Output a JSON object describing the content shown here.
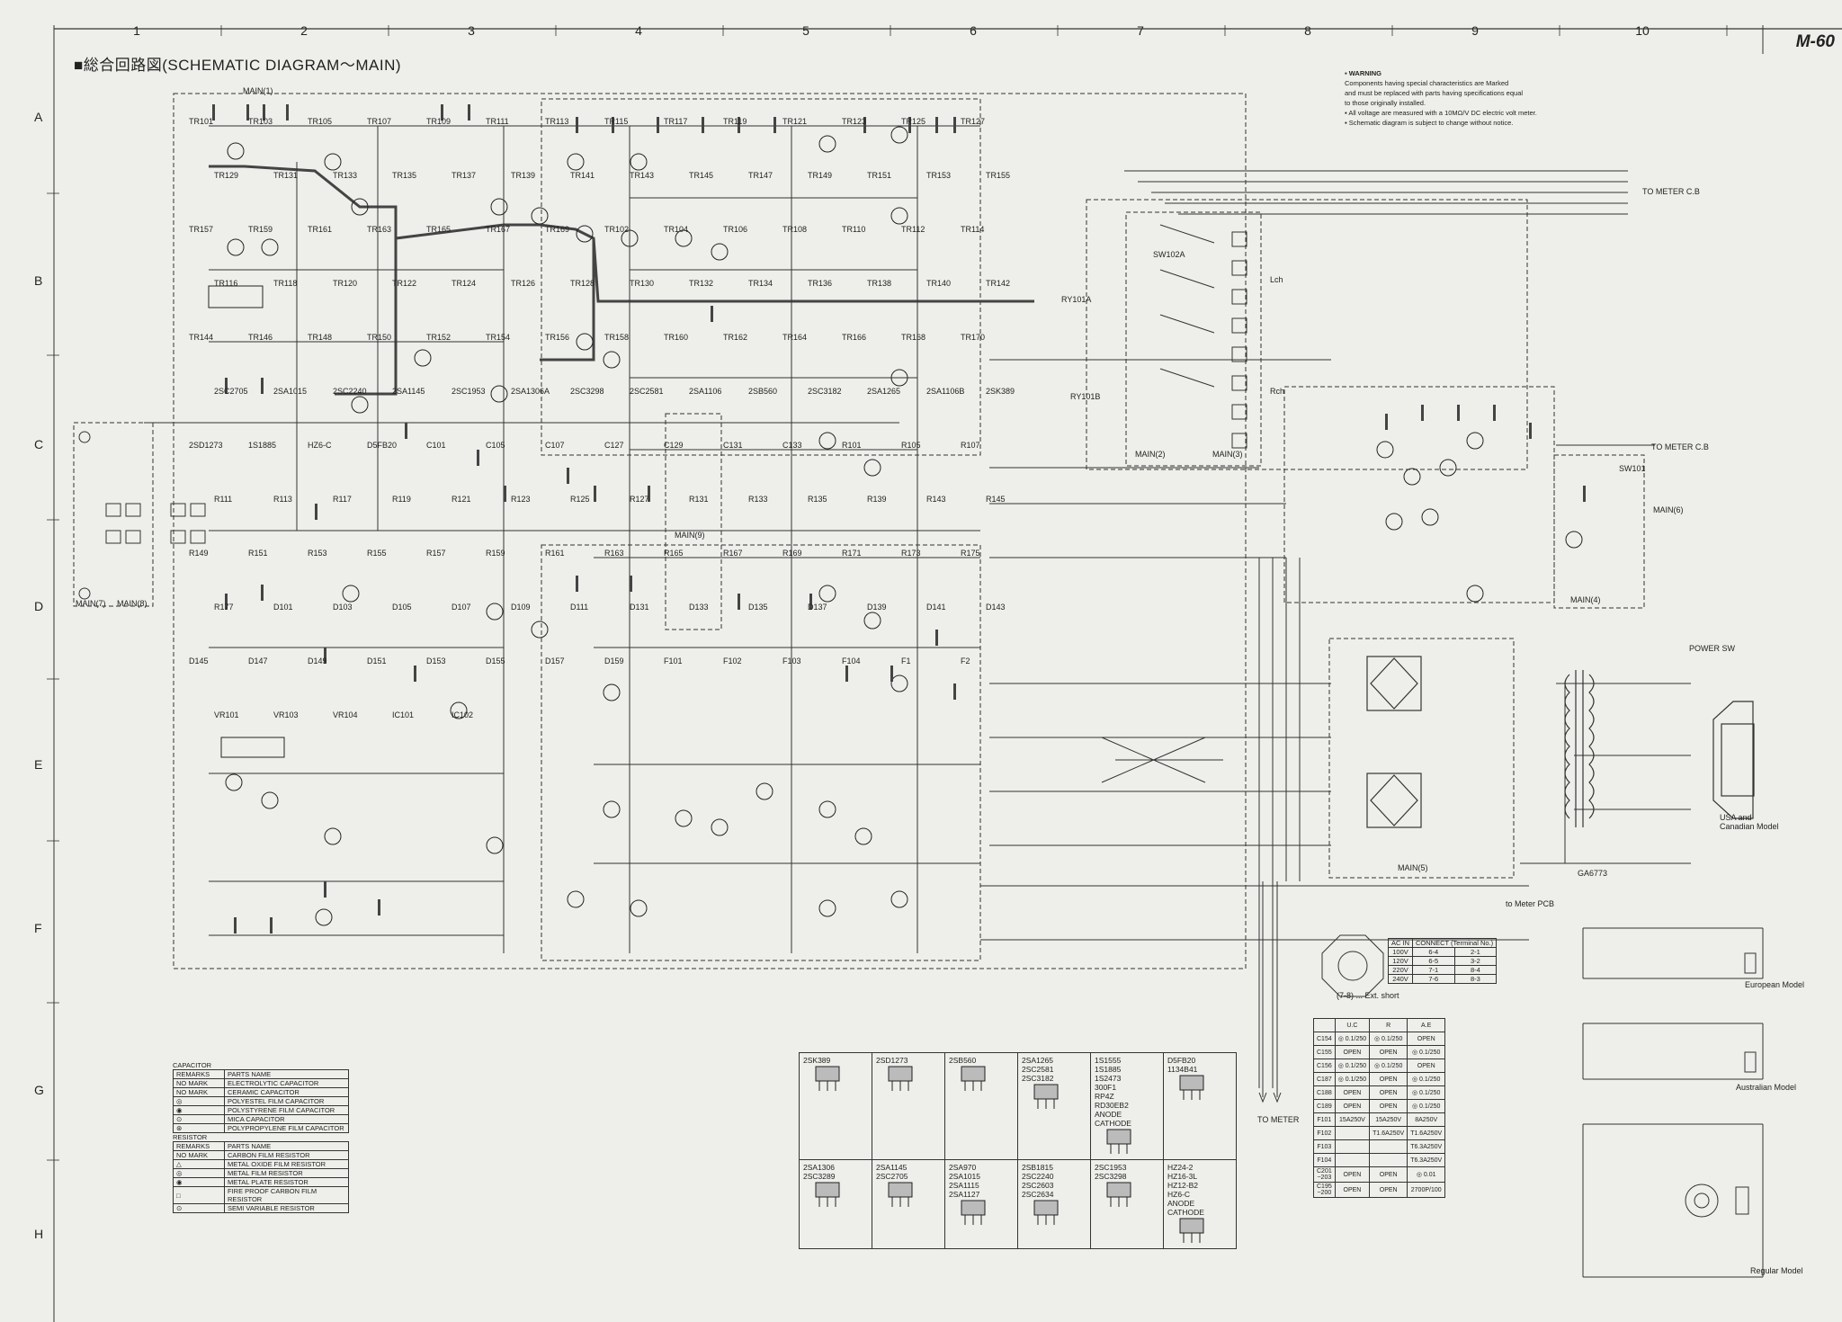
{
  "header": {
    "columns": [
      "1",
      "2",
      "3",
      "4",
      "5",
      "6",
      "7",
      "8",
      "9",
      "10"
    ],
    "rows": [
      "A",
      "B",
      "C",
      "D",
      "E",
      "F",
      "G",
      "H"
    ],
    "model": "M-60",
    "title": "■総合回路図(SCHEMATIC DIAGRAM～MAIN)"
  },
  "notes": {
    "warning_title": "WARNING",
    "warning_1": "Components having special characteristics are Marked",
    "warning_2": "and must be replaced with parts having specifications equal",
    "warning_3": "to those originally installed.",
    "note_1": "All voltage are measured with a 10MΩ/V DC electric volt meter.",
    "note_2": "Schematic diagram is subject to change without notice."
  },
  "blocks": {
    "main1": "MAIN(1)",
    "main2": "MAIN(2)",
    "main3": "MAIN(3)",
    "main4": "MAIN(4)",
    "main5": "MAIN(5)",
    "main6": "MAIN(6)",
    "main7": "MAIN(7)",
    "main8": "MAIN(8)",
    "main9": "MAIN(9)",
    "to_meter_cb": "TO METER C.B",
    "to_meter_cb2": "TO METER C.B",
    "to_meter_pcb": "to Meter PCB",
    "to_meter": "TO METER",
    "power_sw": "POWER SW",
    "usa_model": "USA and Canadian Model",
    "european_model": "European Model",
    "australian_model": "Australian Model",
    "regular_model": "Regular Model",
    "ga6773": "GA6773",
    "lch": "Lch",
    "rch": "Rch",
    "ry101": "RY101A",
    "ry101b": "RY101B",
    "sw102": "SW102A",
    "sw101": "SW101",
    "ext_short": "(7-8) ... Ext. short"
  },
  "components": [
    "TR101",
    "TR103",
    "TR105",
    "TR107",
    "TR109",
    "TR111",
    "TR113",
    "TR115",
    "TR117",
    "TR119",
    "TR121",
    "TR123",
    "TR125",
    "TR127",
    "TR129",
    "TR131",
    "TR133",
    "TR135",
    "TR137",
    "TR139",
    "TR141",
    "TR143",
    "TR145",
    "TR147",
    "TR149",
    "TR151",
    "TR153",
    "TR155",
    "TR157",
    "TR159",
    "TR161",
    "TR163",
    "TR165",
    "TR167",
    "TR169",
    "TR102",
    "TR104",
    "TR106",
    "TR108",
    "TR110",
    "TR112",
    "TR114",
    "TR116",
    "TR118",
    "TR120",
    "TR122",
    "TR124",
    "TR126",
    "TR128",
    "TR130",
    "TR132",
    "TR134",
    "TR136",
    "TR138",
    "TR140",
    "TR142",
    "TR144",
    "TR146",
    "TR148",
    "TR150",
    "TR152",
    "TR154",
    "TR156",
    "TR158",
    "TR160",
    "TR162",
    "TR164",
    "TR166",
    "TR168",
    "TR170",
    "2SC2705",
    "2SA1015",
    "2SC2240",
    "2SA1145",
    "2SC1953",
    "2SA1306A",
    "2SC3298",
    "2SC2581",
    "2SA1106",
    "2SB560",
    "2SC3182",
    "2SA1265",
    "2SA1106B",
    "2SK389",
    "2SD1273",
    "1S1885",
    "HZ6-C",
    "D5FB20",
    "C101",
    "C105",
    "C107",
    "C127",
    "C129",
    "C131",
    "C133",
    "R101",
    "R105",
    "R107",
    "R111",
    "R113",
    "R117",
    "R119",
    "R121",
    "R123",
    "R125",
    "R127",
    "R131",
    "R133",
    "R135",
    "R139",
    "R143",
    "R145",
    "R149",
    "R151",
    "R153",
    "R155",
    "R157",
    "R159",
    "R161",
    "R163",
    "R165",
    "R167",
    "R169",
    "R171",
    "R173",
    "R175",
    "R177",
    "D101",
    "D103",
    "D105",
    "D107",
    "D109",
    "D111",
    "D131",
    "D133",
    "D135",
    "D137",
    "D139",
    "D141",
    "D143",
    "D145",
    "D147",
    "D149",
    "D151",
    "D153",
    "D155",
    "D157",
    "D159",
    "F101",
    "F102",
    "F103",
    "F104",
    "F1",
    "F2",
    "VR101",
    "VR103",
    "VR104",
    "IC101",
    "IC102"
  ],
  "capacitor_legend": {
    "title": "CAPACITOR",
    "header": [
      "REMARKS",
      "PARTS NAME"
    ],
    "rows": [
      [
        "NO MARK",
        "ELECTROLYTIC CAPACITOR"
      ],
      [
        "NO MARK",
        "CERAMIC CAPACITOR"
      ],
      [
        "◎",
        "POLYESTEL FILM CAPACITOR"
      ],
      [
        "◉",
        "POLYSTYRENE FILM CAPACITOR"
      ],
      [
        "⊙",
        "MICA CAPACITOR"
      ],
      [
        "⊛",
        "POLYPROPYLENE FILM CAPACITOR"
      ]
    ]
  },
  "resistor_legend": {
    "title": "RESISTOR",
    "header": [
      "REMARKS",
      "PARTS NAME"
    ],
    "rows": [
      [
        "NO MARK",
        "CARBON FILM RESISTOR"
      ],
      [
        "△",
        "METAL OXIDE FILM RESISTOR"
      ],
      [
        "◎",
        "METAL FILM RESISTOR"
      ],
      [
        "◉",
        "METAL PLATE RESISTOR"
      ],
      [
        "□",
        "FIRE PROOF CARBON FILM RESISTOR"
      ],
      [
        "⊙",
        "SEMI VARIABLE RESISTOR"
      ]
    ]
  },
  "parts_row1": [
    [
      "2SK389"
    ],
    [
      "2SD1273"
    ],
    [
      "2SB560"
    ],
    [
      "2SA1265",
      "2SC2581",
      "2SC3182"
    ],
    [
      "1S1555",
      "1S1885",
      "1S2473",
      "300F1",
      "RP4Z",
      "RD30EB2",
      "ANODE",
      "CATHODE"
    ],
    [
      "D5FB20",
      "1134B41"
    ]
  ],
  "parts_row2": [
    [
      "2SA1306",
      "2SC3289"
    ],
    [
      "2SA1145",
      "2SC2705"
    ],
    [
      "2SA970",
      "2SA1015",
      "2SA1115",
      "2SA1127"
    ],
    [
      "2SB1815",
      "2SC2240",
      "2SC2603",
      "2SC2634"
    ],
    [
      "2SC1953",
      "2SC3298"
    ],
    [
      "HZ24-2",
      "HZ16-3L",
      "HZ12-B2",
      "HZ6-C",
      "ANODE",
      "CATHODE"
    ]
  ],
  "ac_table": {
    "header": [
      "AC IN",
      "CONNECT (Terminal No.)"
    ],
    "rows": [
      [
        "100V",
        "6-4",
        "2-1"
      ],
      [
        "120V",
        "6-5",
        "3-2"
      ],
      [
        "220V",
        "7-1",
        "8-4"
      ],
      [
        "240V",
        "7-6",
        "8-3"
      ]
    ]
  },
  "fuse_table": {
    "header": [
      "",
      "U.C",
      "R",
      "A.E"
    ],
    "rows": [
      [
        "C154",
        "◎ 0.1/250",
        "◎ 0.1/250",
        "OPEN"
      ],
      [
        "C155",
        "OPEN",
        "OPEN",
        "◎ 0.1/250"
      ],
      [
        "C156",
        "◎ 0.1/250",
        "◎ 0.1/250",
        "OPEN"
      ],
      [
        "C187",
        "◎ 0.1/250",
        "OPEN",
        "◎ 0.1/250"
      ],
      [
        "C188",
        "OPEN",
        "OPEN",
        "◎ 0.1/250"
      ],
      [
        "C189",
        "OPEN",
        "OPEN",
        "◎ 0.1/250"
      ],
      [
        "F101",
        "15A250V",
        "15A250V",
        "8A250V"
      ],
      [
        "F102",
        "",
        "T1.6A250V",
        "T1.6A250V"
      ],
      [
        "F103",
        "",
        "",
        "T6.3A250V"
      ],
      [
        "F104",
        "",
        "",
        "T6.3A250V"
      ],
      [
        "C201\n~203",
        "OPEN",
        "OPEN",
        "◎ 0.01"
      ],
      [
        "C195\n~200",
        "OPEN",
        "OPEN",
        "2700P/100"
      ]
    ]
  }
}
